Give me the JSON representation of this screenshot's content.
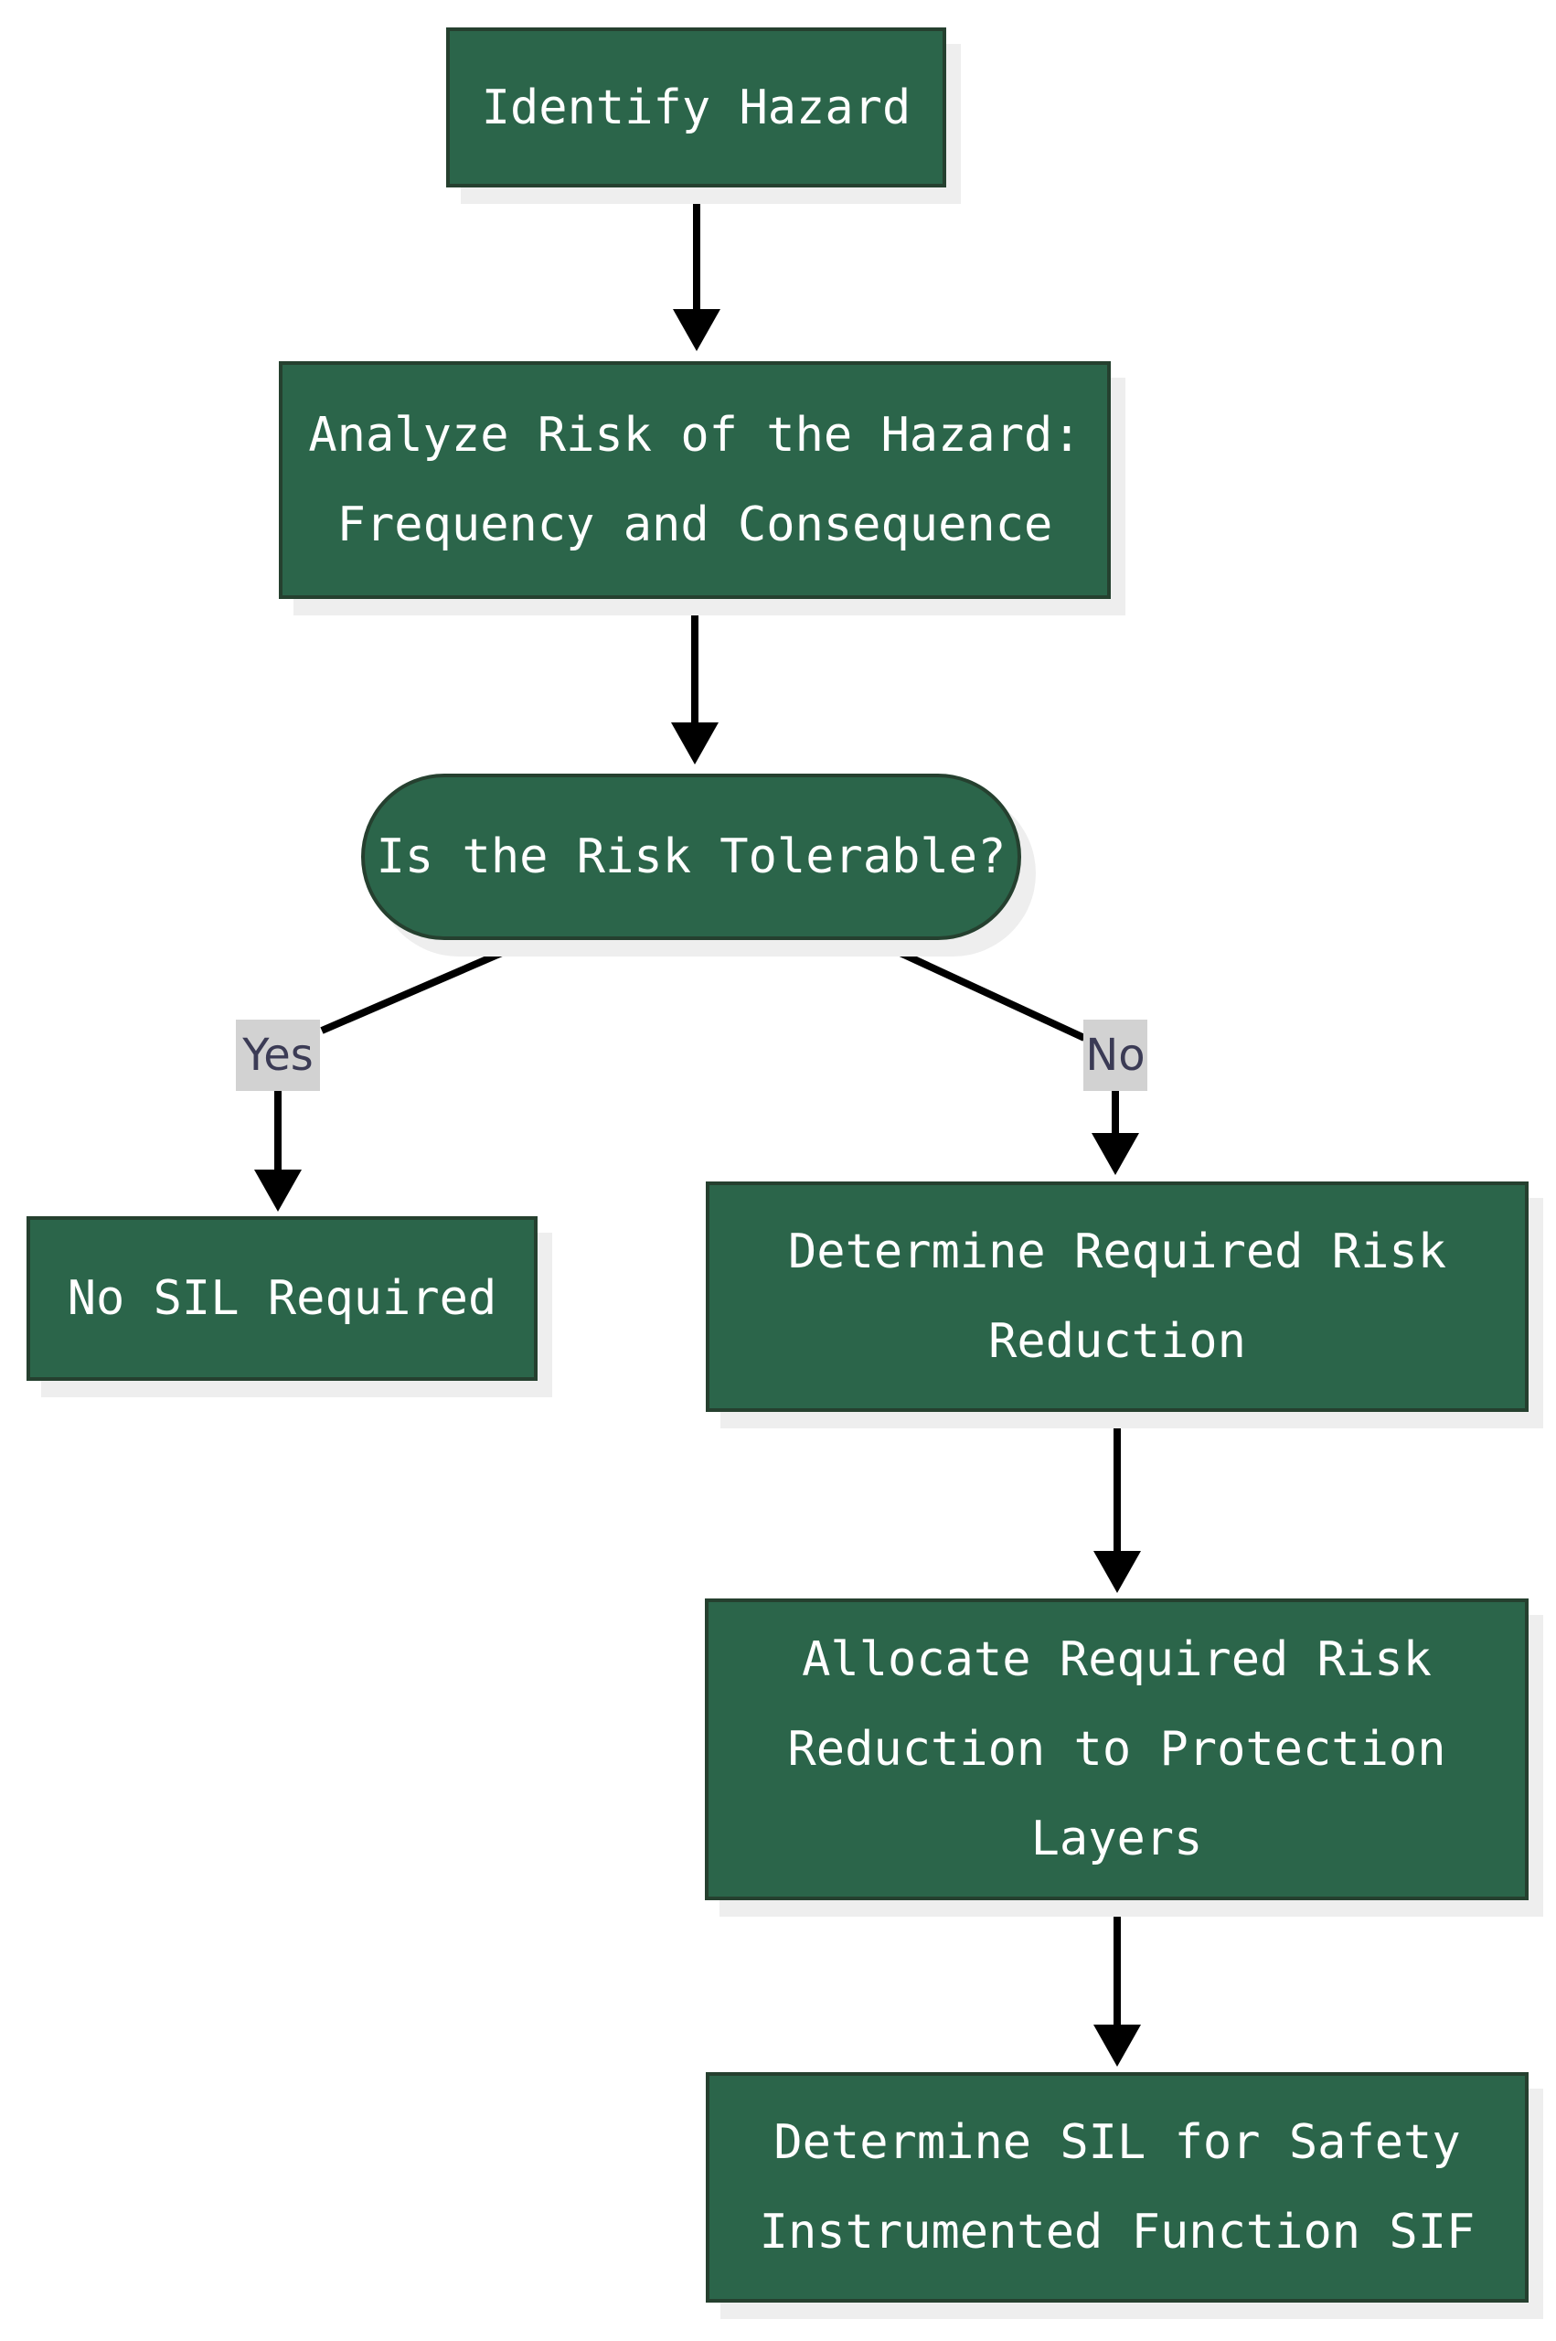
{
  "diagram": {
    "type": "flowchart",
    "direction": "top-down",
    "palette": {
      "node_fill": "#2b654a",
      "node_border": "#25402f",
      "node_text": "#ffffff",
      "edge_label_bg": "#d2d2d2",
      "edge_label_text": "#3b3b55",
      "edge_line": "#000000",
      "shadow": "#eeeeee",
      "background": "#ffffff"
    }
  },
  "nodes": {
    "identify": {
      "shape": "rectangle",
      "lines": [
        "Identify Hazard"
      ]
    },
    "analyze": {
      "shape": "rectangle",
      "lines": [
        "Analyze Risk of the Hazard:",
        "Frequency and Consequence"
      ]
    },
    "tolerable": {
      "shape": "stadium",
      "lines": [
        "Is the Risk Tolerable?"
      ]
    },
    "no_sil": {
      "shape": "rectangle",
      "lines": [
        "No SIL Required"
      ]
    },
    "determine_rr": {
      "shape": "rectangle",
      "lines": [
        "Determine Required Risk",
        "Reduction"
      ]
    },
    "allocate": {
      "shape": "rectangle",
      "lines": [
        "Allocate Required Risk",
        "Reduction to Protection",
        "Layers"
      ]
    },
    "determine_sil": {
      "shape": "rectangle",
      "lines": [
        "Determine SIL for Safety",
        "Instrumented Function SIF"
      ]
    }
  },
  "edge_labels": {
    "yes": "Yes",
    "no": "No"
  }
}
